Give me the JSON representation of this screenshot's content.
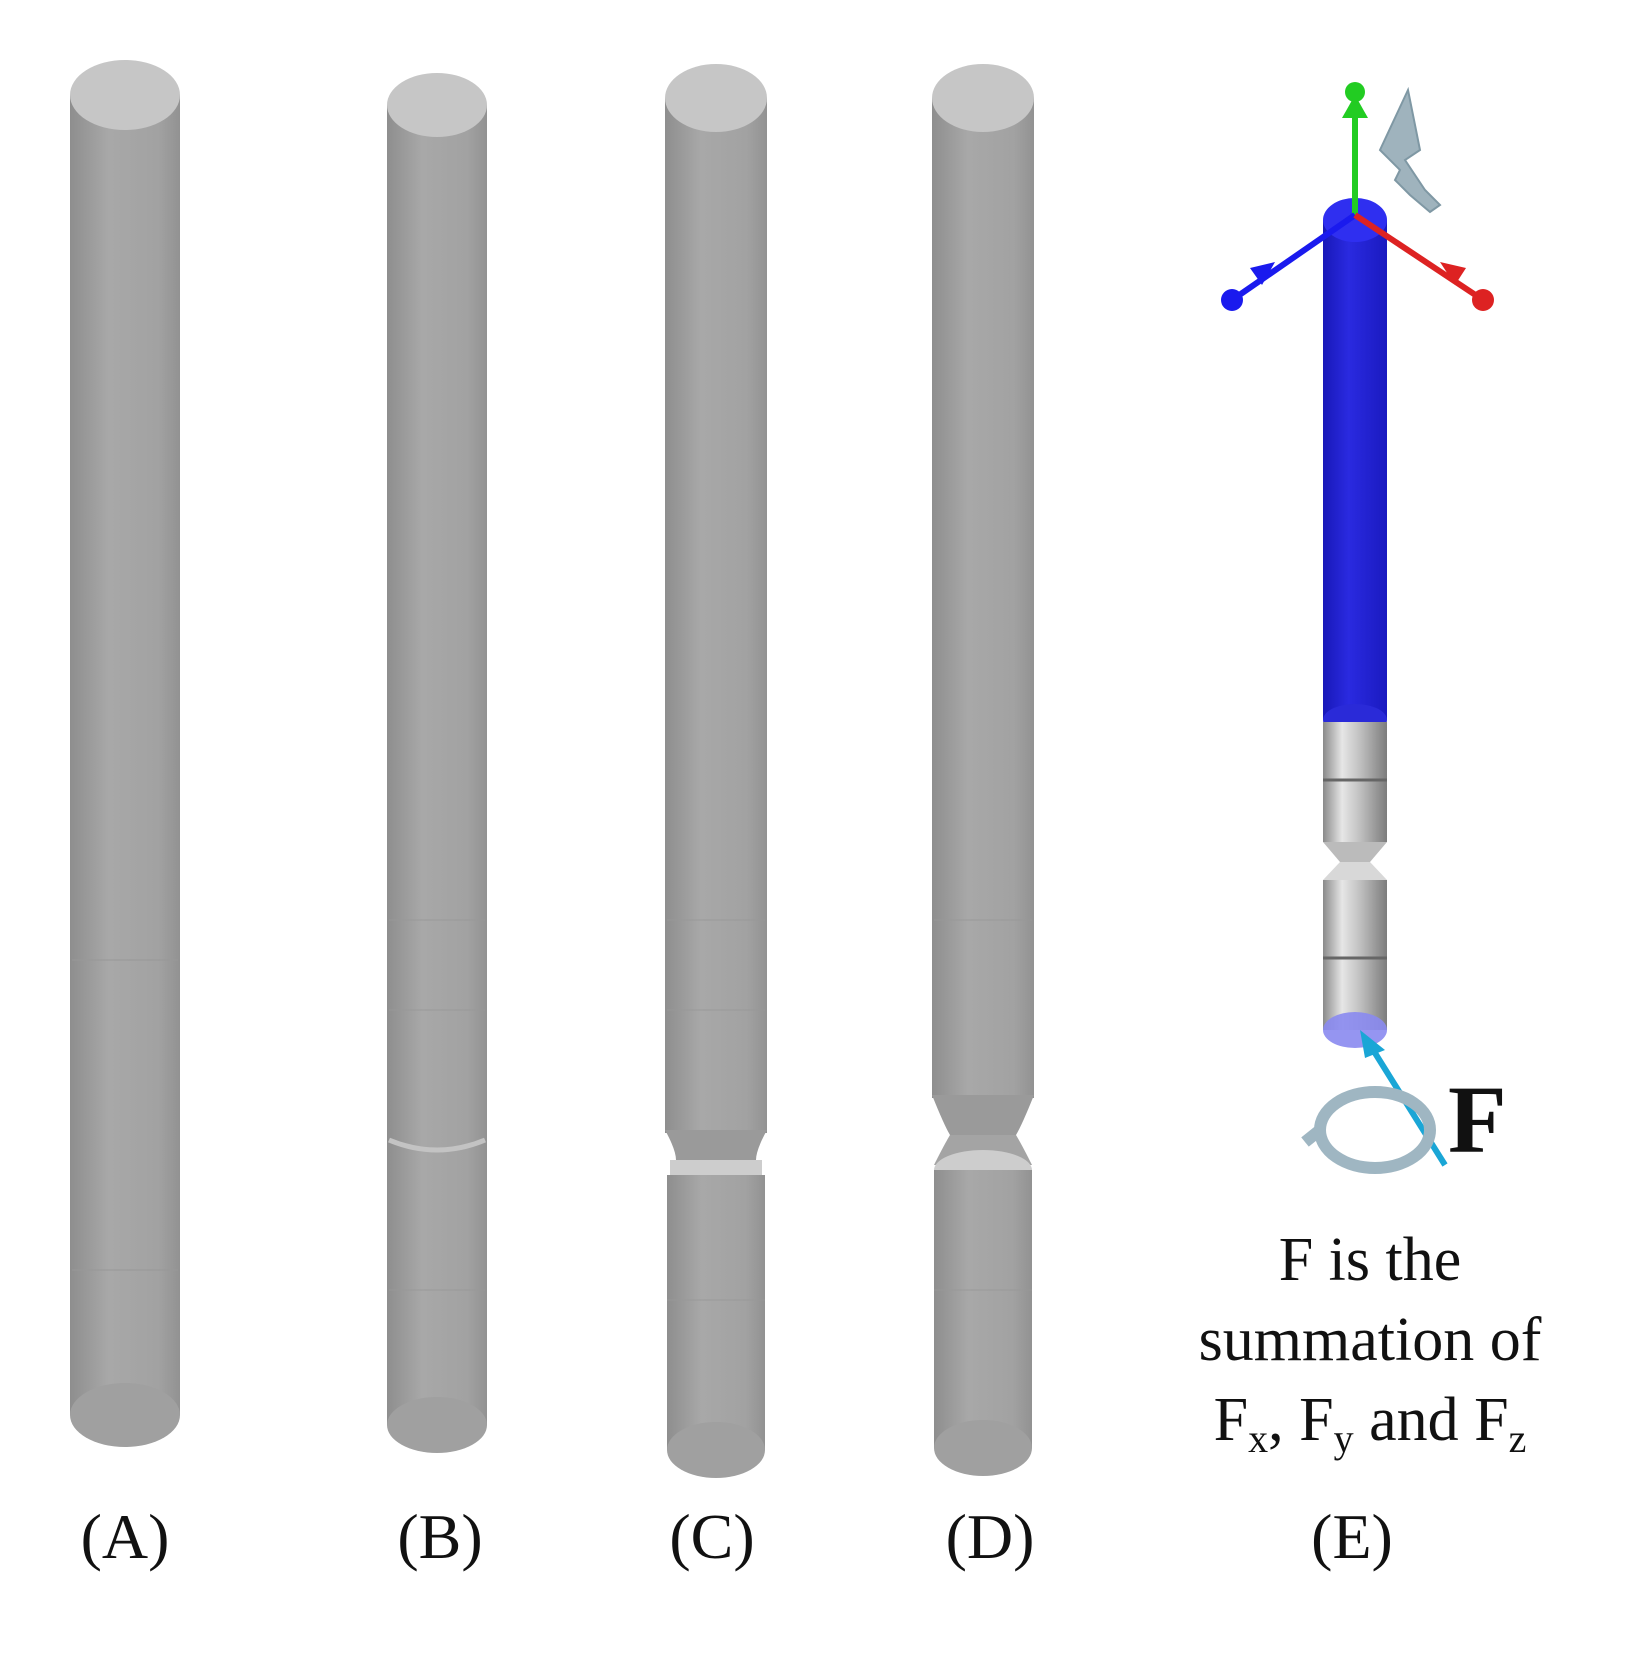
{
  "panels": [
    {
      "id": "A",
      "label": "(A)"
    },
    {
      "id": "B",
      "label": "(B)"
    },
    {
      "id": "C",
      "label": "(C)"
    },
    {
      "id": "D",
      "label": "(D)"
    },
    {
      "id": "E",
      "label": "(E)"
    }
  ],
  "force_label": "F",
  "caption": {
    "line1": "F is the",
    "line2": "summation of",
    "fx_base": "F",
    "fx_sub": "x",
    "sep1": ", ",
    "fy_base": "F",
    "fy_sub": "y",
    "and": " and ",
    "fz_base": "F",
    "fz_sub": "z"
  },
  "colors": {
    "rod_gray": "#a3a3a3",
    "rod_top": "#c8c8c8",
    "blue_rod": "#2323d8",
    "axis_green": "#22cc22",
    "axis_red": "#dd2222",
    "axis_blue": "#1a1aee",
    "force_arrow": "#1aa6d6"
  }
}
